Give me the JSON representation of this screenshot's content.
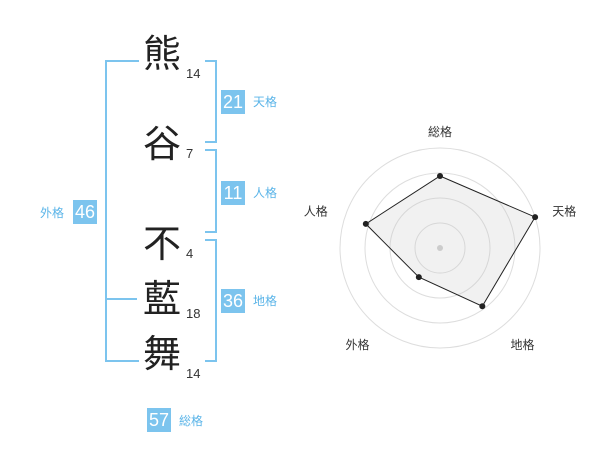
{
  "characters": [
    {
      "char": "熊",
      "strokes": "14"
    },
    {
      "char": "谷",
      "strokes": "7"
    },
    {
      "char": "不",
      "strokes": "4"
    },
    {
      "char": "藍",
      "strokes": "18"
    },
    {
      "char": "舞",
      "strokes": "14"
    }
  ],
  "fortunes": {
    "tenkaku": {
      "value": "21",
      "label": "天格"
    },
    "jinkaku": {
      "value": "11",
      "label": "人格"
    },
    "chikaku": {
      "value": "36",
      "label": "地格"
    },
    "gaikaku": {
      "value": "46",
      "label": "外格"
    },
    "soukaku": {
      "value": "57",
      "label": "総格"
    }
  },
  "colors": {
    "accent": "#7cc4ee",
    "accent_text": "#5ab4e8"
  },
  "chart_data": {
    "type": "radar",
    "axes": [
      "総格",
      "天格",
      "地格",
      "外格",
      "人格"
    ],
    "values": [
      0.72,
      1.0,
      0.72,
      0.36,
      0.78
    ],
    "rings": 4,
    "range": [
      0,
      1
    ]
  }
}
